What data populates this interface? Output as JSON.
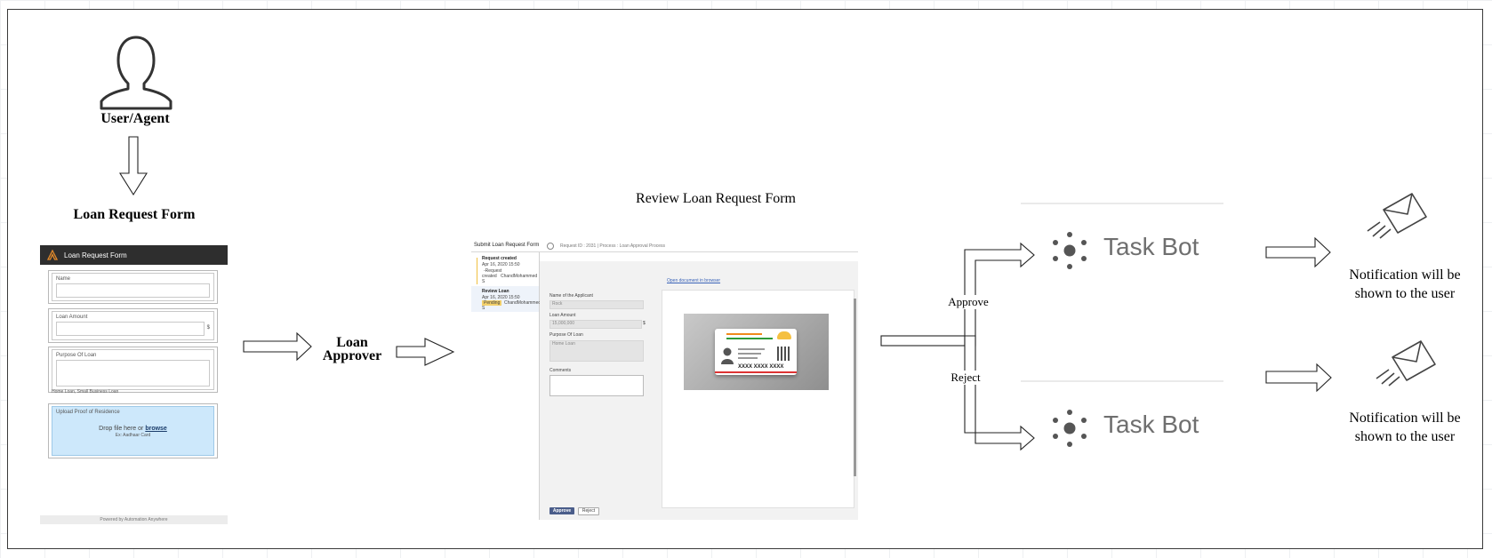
{
  "user": {
    "label": "User/Agent"
  },
  "loan_form": {
    "title": "Loan Request Form",
    "header": "Loan Request Form",
    "name_label": "Name",
    "amount_label": "Loan Amount",
    "amount_unit": "$",
    "purpose_label": "Purpose Of Loan",
    "purpose_hint": "Home Loan, Small Business Loan",
    "upload_label": "Upload Proof of Residence",
    "drop_text": "Drop file here or",
    "browse_text": "browse",
    "drop_hint": "Ex: Aadhaar Card",
    "footer": "Powered by Automation Anywhere"
  },
  "approver": {
    "line1": "Loan",
    "line2": "Approver"
  },
  "review": {
    "title": "Review Loan Request Form",
    "tab_title": "Submit Loan Request Form",
    "breadcrumb": "Request ID : 2031 | Process : Loan Approval Process",
    "step1_title": "Request created",
    "step1_date": "Apr 16, 2020 15:50",
    "step1_text": "-Request",
    "step1_text2": "created",
    "step1_user": "ChandMohammed",
    "step1_s": "S",
    "step2_title": "Review Loan",
    "step2_date": "Apr 16, 2020 15:50",
    "step2_status": "Pending",
    "step2_user": "ChandMohammed",
    "step2_s": "S",
    "open_doc": "Open document in browser",
    "name_label": "Name of the Applicant",
    "name_value": "Rock",
    "amount_label": "Loan Amount",
    "amount_value": "15,000,000",
    "amount_unit": "$",
    "purpose_label": "Purpose Of Loan",
    "purpose_value": "Home Loan",
    "comments_label": "Comments",
    "card_number": "XXXX XXXX XXXX",
    "approve_btn": "Approve",
    "reject_btn": "Reject"
  },
  "branches": {
    "approve": "Approve",
    "reject": "Reject"
  },
  "taskbots": [
    {
      "label": "Task Bot"
    },
    {
      "label": "Task Bot"
    }
  ],
  "notifications": [
    {
      "line1": "Notification will be",
      "line2": "shown to the user"
    },
    {
      "line1": "Notification will be",
      "line2": "shown to the user"
    }
  ],
  "colors": {
    "accent": "#4a5d8a",
    "upload_bg": "#cde8fb",
    "pending": "#f3d06a",
    "aadhaar_orange": "#f08a1c",
    "aadhaar_green": "#2e9a3a"
  },
  "icons": [
    "user-icon",
    "automation-anywhere-logo-icon",
    "info-icon",
    "taskbot-icon",
    "sent-mail-icon"
  ]
}
